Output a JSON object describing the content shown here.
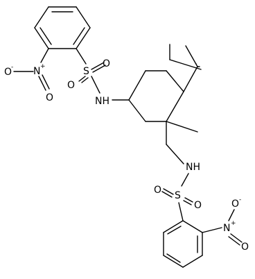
{
  "structure": {
    "atoms": {
      "nitro_top": {
        "n": "N",
        "n_charge": "+",
        "o_double": "O",
        "o_single": "O",
        "o_single_charge": "-"
      },
      "sulfonyl_top": {
        "s": "S",
        "o1": "O",
        "o2": "O"
      },
      "amine_top": {
        "label": "NH"
      },
      "amine_bottom": {
        "label": "NH"
      },
      "sulfonyl_bottom": {
        "s": "S",
        "o1": "O",
        "o2": "O"
      },
      "nitro_bottom": {
        "n": "N",
        "n_charge": "+",
        "o_double": "O",
        "o_single": "O",
        "o_single_charge": "-"
      }
    }
  }
}
